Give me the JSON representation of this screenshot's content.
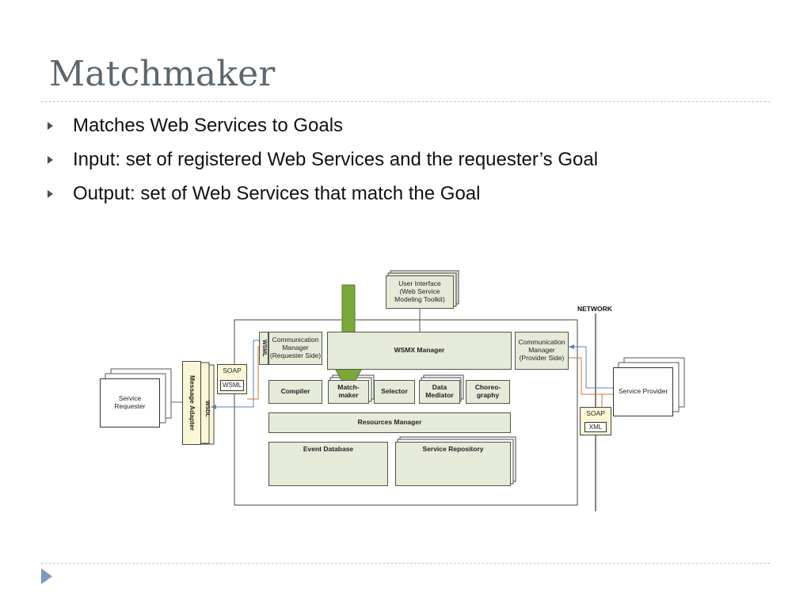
{
  "slide": {
    "title": "Matchmaker",
    "bullets": [
      "Matches Web Services to Goals",
      "Input:  set of registered Web Services and the requester’s Goal",
      "Output:  set of Web Services that match the Goal"
    ]
  },
  "diagram": {
    "network_label": "NETWORK",
    "user_interface": "User Interface\n(Web Service\nModeling Toolkit)",
    "comm_manager_requester": "Communication\nManager\n(Requester Side)",
    "wsmx_manager": "WSMX Manager",
    "comm_manager_provider": "Communication\nManager\n(Provider Side)",
    "wsml_left": "WSML",
    "compiler": "Compiler",
    "matchmaker": "Match-\nmaker",
    "selector": "Selector",
    "data_mediator": "Data\nMediator",
    "choreography": "Choreo-\ngraphy",
    "resources_manager": "Resources Manager",
    "event_database": "Event Database",
    "service_repository": "Service Repository",
    "service_requester": "Service\nRequester",
    "message_adapter": "Message Adapter",
    "wsdl": "WSDL",
    "soap_left": "SOAP",
    "wsml_soap": "WSML",
    "service_provider": "Service Provider",
    "soap_right": "SOAP",
    "xml": "XML",
    "colors": {
      "green_box": "#e6ead9",
      "arrow_green": "#7aa83a",
      "arrow_blue": "#5b82b8",
      "arrow_orange": "#d4762b"
    }
  }
}
